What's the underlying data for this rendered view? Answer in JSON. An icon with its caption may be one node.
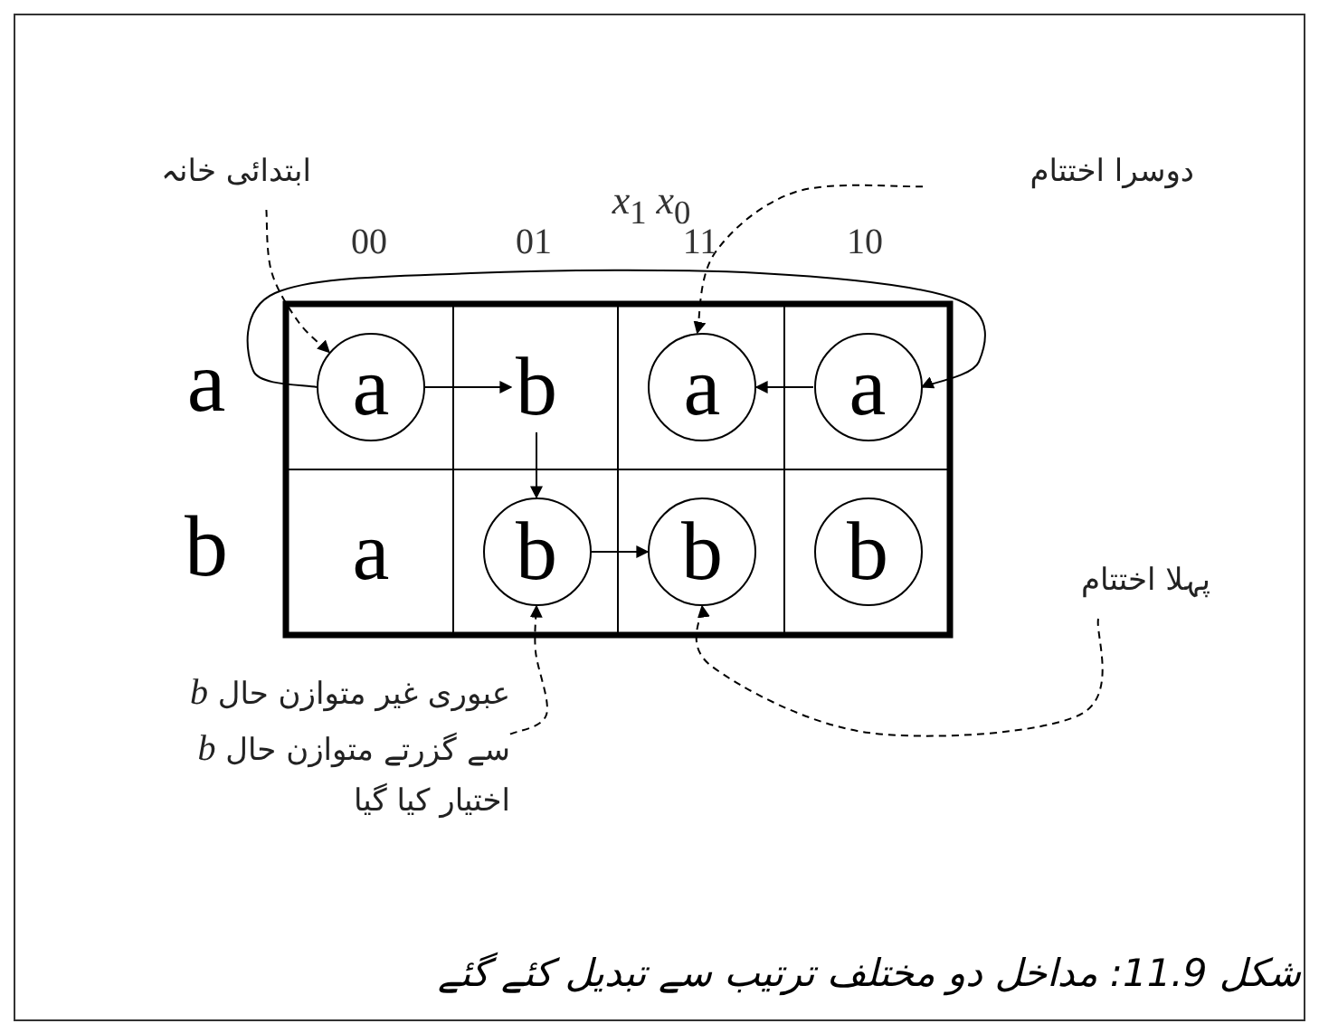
{
  "diagram": {
    "caption": "شکل 11.9: مداخل دو مختلف ترتیب سے تبدیل کئے گئے",
    "nodes": [
      {
        "text": [
          "ابتدائی خانہ"
        ]
      },
      {
        "text": [
          "دوسرا اختتام"
        ]
      },
      {
        "text": [],
        "shape": "box"
      },
      {
        "text": [],
        "shape": "circle",
        "in": 2
      },
      {
        "text": [
          "a"
        ],
        "in": 3
      },
      {
        "text": [],
        "shape": "box"
      },
      {
        "text": [
          "b"
        ],
        "in": 5
      },
      {
        "text": [],
        "shape": "box"
      },
      {
        "text": [],
        "shape": "circle",
        "in": 7
      },
      {
        "text": [
          "a"
        ],
        "in": 8
      },
      {
        "text": [],
        "shape": "box"
      },
      {
        "text": [],
        "shape": "circle",
        "in": 10
      },
      {
        "text": [
          "a"
        ],
        "in": 11
      },
      {
        "text": [],
        "shape": "box"
      },
      {
        "text": [
          "a"
        ],
        "in": 13
      },
      {
        "text": [],
        "shape": "box"
      },
      {
        "text": [],
        "shape": "circle",
        "in": 15
      },
      {
        "text": [
          "b"
        ],
        "in": 16
      },
      {
        "text": [],
        "shape": "box"
      },
      {
        "text": [],
        "shape": "circle",
        "in": 18
      },
      {
        "text": [
          "b"
        ],
        "in": 19
      },
      {
        "text": [],
        "shape": "box"
      },
      {
        "text": [],
        "shape": "circle",
        "in": 21
      },
      {
        "text": [
          "b"
        ],
        "in": 22
      },
      {
        "text": [
          "پہلا اختتام"
        ]
      },
      {
        "text": [
          "عبوری غیر متوازن حال *b* سے گزرتے متوازن حال *b* اختیار کیا گیا"
        ]
      }
    ],
    "edges": [
      {
        "from": 3,
        "to": 11,
        "arrow": "to"
      },
      {
        "from": 3,
        "to": 6,
        "arrow": "to"
      },
      {
        "from": 11,
        "to": 8,
        "arrow": "to"
      },
      {
        "from": 6,
        "to": 16,
        "arrow": "to"
      },
      {
        "from": 16,
        "to": 19,
        "arrow": "to"
      },
      {
        "from": 0,
        "to": 3,
        "arrow": "to",
        "style": "dashed"
      },
      {
        "from": 1,
        "to": 8,
        "arrow": "to",
        "style": "dashed"
      },
      {
        "from": 24,
        "to": 19,
        "arrow": "to",
        "style": "dashed"
      },
      {
        "from": 25,
        "to": 16,
        "arrow": "to",
        "style": "dashed"
      }
    ],
    "labels": [
      "*x*$_{1}$ *x*$_{0}$",
      "00",
      "01",
      "11",
      "10",
      "a",
      "b"
    ]
  }
}
